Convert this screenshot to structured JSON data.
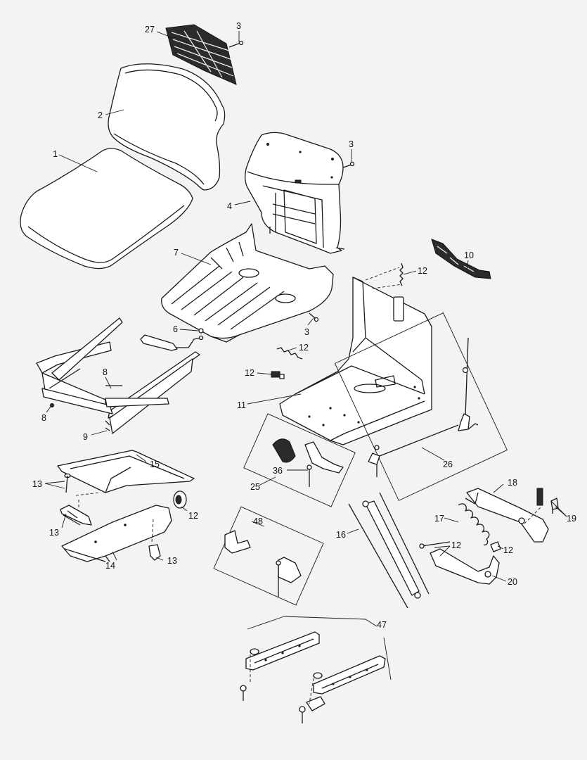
{
  "diagram": {
    "callouts": [
      "27",
      "3",
      "2",
      "1",
      "3",
      "4",
      "7",
      "10",
      "12",
      "3",
      "6",
      "12",
      "12",
      "11",
      "8",
      "8",
      "9",
      "15",
      "13",
      "12",
      "13",
      "14",
      "13",
      "36",
      "25",
      "26",
      "18",
      "19",
      "17",
      "12",
      "12",
      "16",
      "20",
      "48",
      "47"
    ]
  },
  "colors": {
    "background": "#f3f3f3",
    "line": "#1a1a1a",
    "fill": "#ffffff"
  }
}
